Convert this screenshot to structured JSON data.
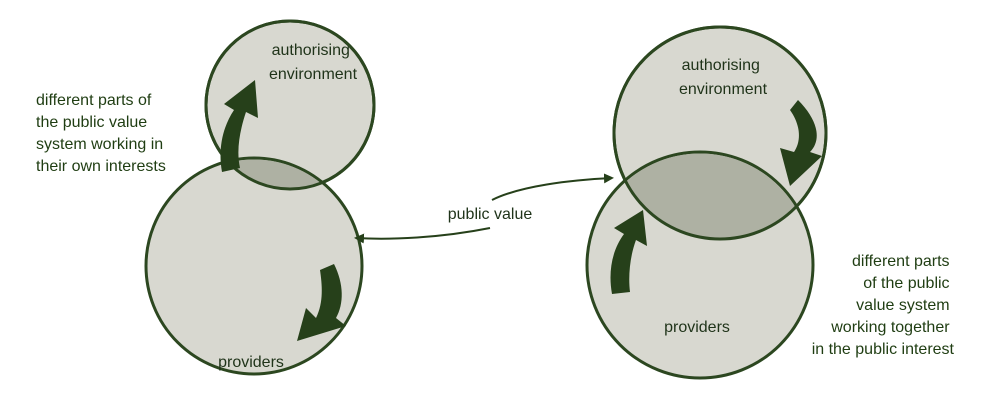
{
  "left_diagram": {
    "top_label": [
      "authorising",
      "environment"
    ],
    "bottom_label": "providers",
    "caption": [
      "different parts of",
      "the public value",
      "system working in",
      "their own interests"
    ]
  },
  "right_diagram": {
    "top_label": [
      "authorising",
      "environment"
    ],
    "bottom_label": "providers",
    "caption": [
      "different parts",
      "of the public",
      "value system",
      "working together",
      "in the public interest"
    ]
  },
  "center_label": "public value",
  "colors": {
    "circle_fill": "#d8d8d0",
    "overlap_fill": "#aeb1a3",
    "outline": "#2c4720",
    "arrow": "#26401a",
    "text": "#1f3319"
  }
}
